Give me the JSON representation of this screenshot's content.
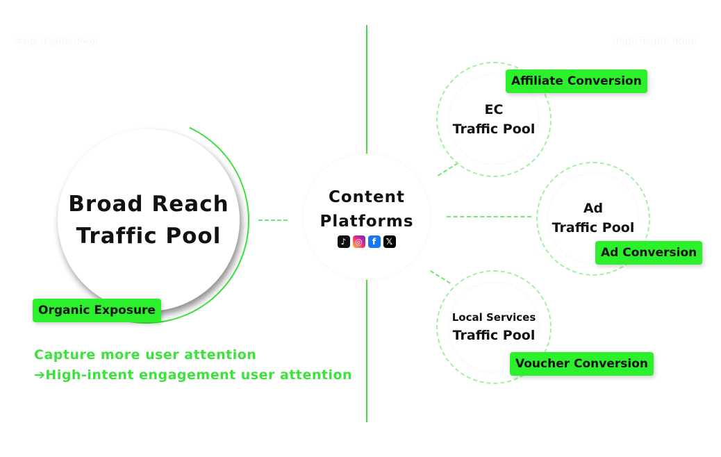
{
  "corners": {
    "left": "Free Traffic Pool",
    "right": "Paid Traffic Pool"
  },
  "main": {
    "line1": "Broad Reach",
    "line2": "Traffic Pool",
    "tag": "Organic Exposure"
  },
  "center": {
    "line1": "Content",
    "line2": "Platforms",
    "icons": {
      "tiktok": "♪",
      "instagram": "◎",
      "facebook": "f",
      "x": "𝕏"
    }
  },
  "ec": {
    "line1": "EC",
    "line2": "Traffic Pool",
    "tag": "Affiliate Conversion"
  },
  "ad": {
    "line1": "Ad",
    "line2": "Traffic Pool",
    "tag": "Ad Conversion"
  },
  "local": {
    "line1": "Local Services",
    "line2": "Traffic Pool",
    "tag": "Voucher Conversion"
  },
  "caption": {
    "line1": "Capture more user attention",
    "line2": "➔High-intent engagement user attention"
  },
  "colors": {
    "accent": "#2cf02c",
    "line": "#3ce23c"
  }
}
